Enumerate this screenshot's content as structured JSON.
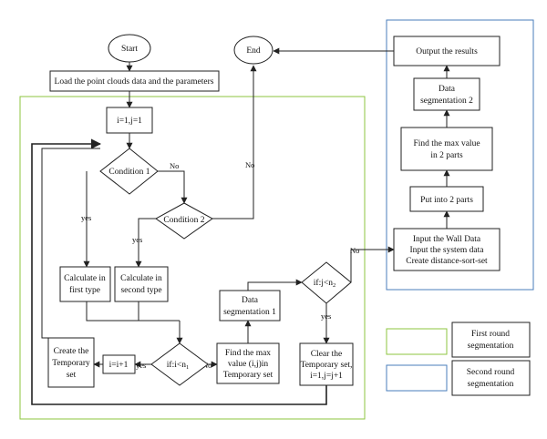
{
  "colors": {
    "first_round": "#8cc63f",
    "second_round": "#4a7ebb",
    "data_segmentation_1_text": "#6aa832",
    "data_segmentation_2_text": "#3a6fb5",
    "line": "#222222"
  },
  "nodes": {
    "start": "Start",
    "end": "End",
    "load": "Load the point clouds data and the parameters",
    "init": "i=1,j=1",
    "condition1": "Condition 1",
    "condition2": "Condition 2",
    "calc_first": [
      "Calculate in",
      "first type"
    ],
    "calc_second": [
      "Calculate in",
      "second type"
    ],
    "decision_i": "if:i<n",
    "decision_i_sub": "1",
    "i_inc": "i=i+1",
    "create_temp": [
      "Create the",
      "Temporary",
      "set"
    ],
    "find_max": [
      "Find the max",
      "value (i,j)in",
      "Temporary set"
    ],
    "data_seg1": [
      "Data",
      "segmentation 1"
    ],
    "decision_j": "if:j<n",
    "decision_j_sub": "2",
    "clear_temp": [
      "Clear the",
      "Temporary set,",
      "i=1,j=j+1"
    ],
    "input_wall": [
      "Input the Wall Data",
      "Input the system data",
      "Create distance-sort-set"
    ],
    "put_parts": "Put into 2 parts",
    "find_max_2": [
      "Find the max value",
      "in 2 parts"
    ],
    "data_seg2": [
      "Data",
      "segmentation 2"
    ],
    "output": "Output the results"
  },
  "edge_labels": {
    "c1_no": "No",
    "c1_yes": "yes",
    "c2_yes": "yes",
    "to_end_no": "No",
    "di_yes": "yes",
    "di_no": "No",
    "dj_yes": "yes",
    "dj_no": "No"
  },
  "legend": {
    "first": [
      "First round",
      "segmentation"
    ],
    "second": [
      "Second round",
      "segmentation"
    ]
  }
}
